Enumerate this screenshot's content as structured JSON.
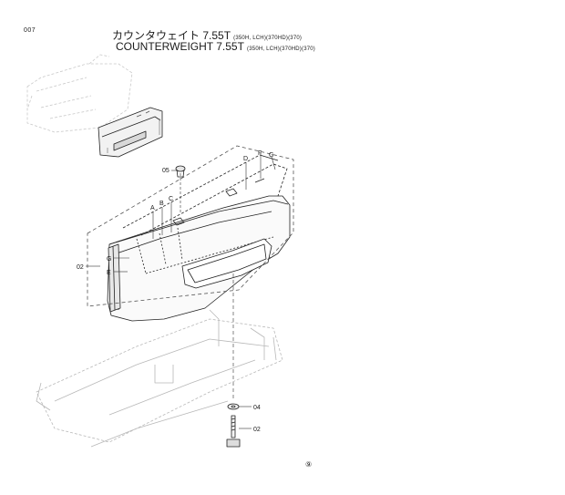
{
  "page": {
    "number": "007"
  },
  "title": {
    "jp_main": "カウンタウェイト 7.55T",
    "jp_sub": "(350H, LCH)(370HD)(370)",
    "en_main": "COUNTERWEIGHT  7.55T",
    "en_sub": "(350H, LCH)(370HD)(370)"
  },
  "callouts": {
    "c05": "05",
    "c02_left": "02",
    "c04": "04",
    "c02_bolt": "02",
    "A": "A",
    "B": "B",
    "C": "C",
    "D": "D",
    "E": "E",
    "F": "F",
    "G_left": "G",
    "G_right": "G"
  },
  "figure_mark": "⑨"
}
